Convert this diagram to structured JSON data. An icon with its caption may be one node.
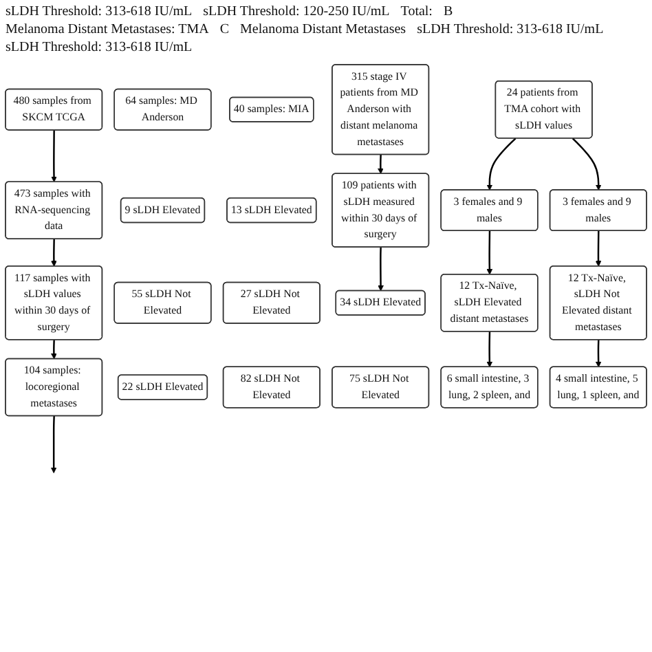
{
  "diagram": {
    "nodes": [
      {
        "text": [
          "480 samples from SKCM TCGA"
        ]
      },
      {
        "text": [
          "473 samples with RNA-sequencing data"
        ]
      },
      {
        "text": [
          "117 samples with sLDH values within 30 days of surgery"
        ]
      },
      {
        "text": [
          "104 samples: locoregional metastases"
        ]
      },
      {
        "text": [
          "64 samples: MD Anderson"
        ]
      },
      {
        "text": [
          "40 samples: MIA"
        ]
      },
      {
        "text": [
          "9 sLDH Elevated"
        ]
      },
      {
        "text": [
          "13 sLDH Elevated"
        ]
      },
      {
        "text": [
          "55 sLDH Not Elevated"
        ]
      },
      {
        "text": [
          "27 sLDH Not Elevated"
        ]
      },
      {
        "text": [
          "22 sLDH Elevated"
        ]
      },
      {
        "text": [
          "82 sLDH Not Elevated"
        ]
      },
      {
        "text": [
          "315 stage IV patients from MD Anderson with distant melanoma metastases"
        ]
      },
      {
        "text": [
          "109 patients with sLDH measured within 30 days of surgery"
        ]
      },
      {
        "text": [
          "34 sLDH Elevated"
        ]
      },
      {
        "text": [
          "75 sLDH Not Elevated"
        ]
      },
      {
        "text": [
          "24 patients from TMA cohort with sLDH values"
        ]
      },
      {
        "text": [
          "3 females and 9 males"
        ]
      },
      {
        "text": [
          "3 females and 9 males"
        ]
      },
      {
        "text": [
          "12 Tx-Naïve, sLDH Elevated distant metastases"
        ]
      },
      {
        "text": [
          "12 Tx-Naïve, sLDH Not Elevated distant metastases"
        ]
      },
      {
        "text": [
          "6 small intestine, 3 lung, 2 spleen, and"
        ]
      },
      {
        "text": [
          "4 small intestine, 5 lung, 1 spleen, and"
        ]
      }
    ],
    "edges": [
      {
        "from": 0,
        "to": 1,
        "arrow": "to"
      },
      {
        "from": 1,
        "to": 2,
        "arrow": "to"
      },
      {
        "from": 2,
        "to": 3,
        "arrow": "to"
      },
      {
        "from": 3,
        "to": null,
        "arrow": "to"
      },
      {
        "from": 12,
        "to": 13,
        "arrow": "to"
      },
      {
        "from": 13,
        "to": 14,
        "arrow": "to"
      },
      {
        "from": 16,
        "to": 17,
        "arrow": "to"
      },
      {
        "from": 16,
        "to": 18,
        "arrow": "to"
      },
      {
        "from": 17,
        "to": 19,
        "arrow": "to"
      },
      {
        "from": 18,
        "to": 20,
        "arrow": "to"
      },
      {
        "from": 19,
        "to": 21,
        "arrow": "to"
      },
      {
        "from": 20,
        "to": 22,
        "arrow": "to"
      }
    ],
    "labels": [
      "sLDH Threshold: 313-618 IU/mL",
      "sLDH Threshold: 120-250 IU/mL",
      "Total:",
      "B",
      "Melanoma Distant Metastases: TMA",
      "C",
      "Melanoma Distant Metastases",
      "sLDH Threshold: 313-618 IU/mL",
      "sLDH Threshold: 313-618 IU/mL"
    ]
  }
}
